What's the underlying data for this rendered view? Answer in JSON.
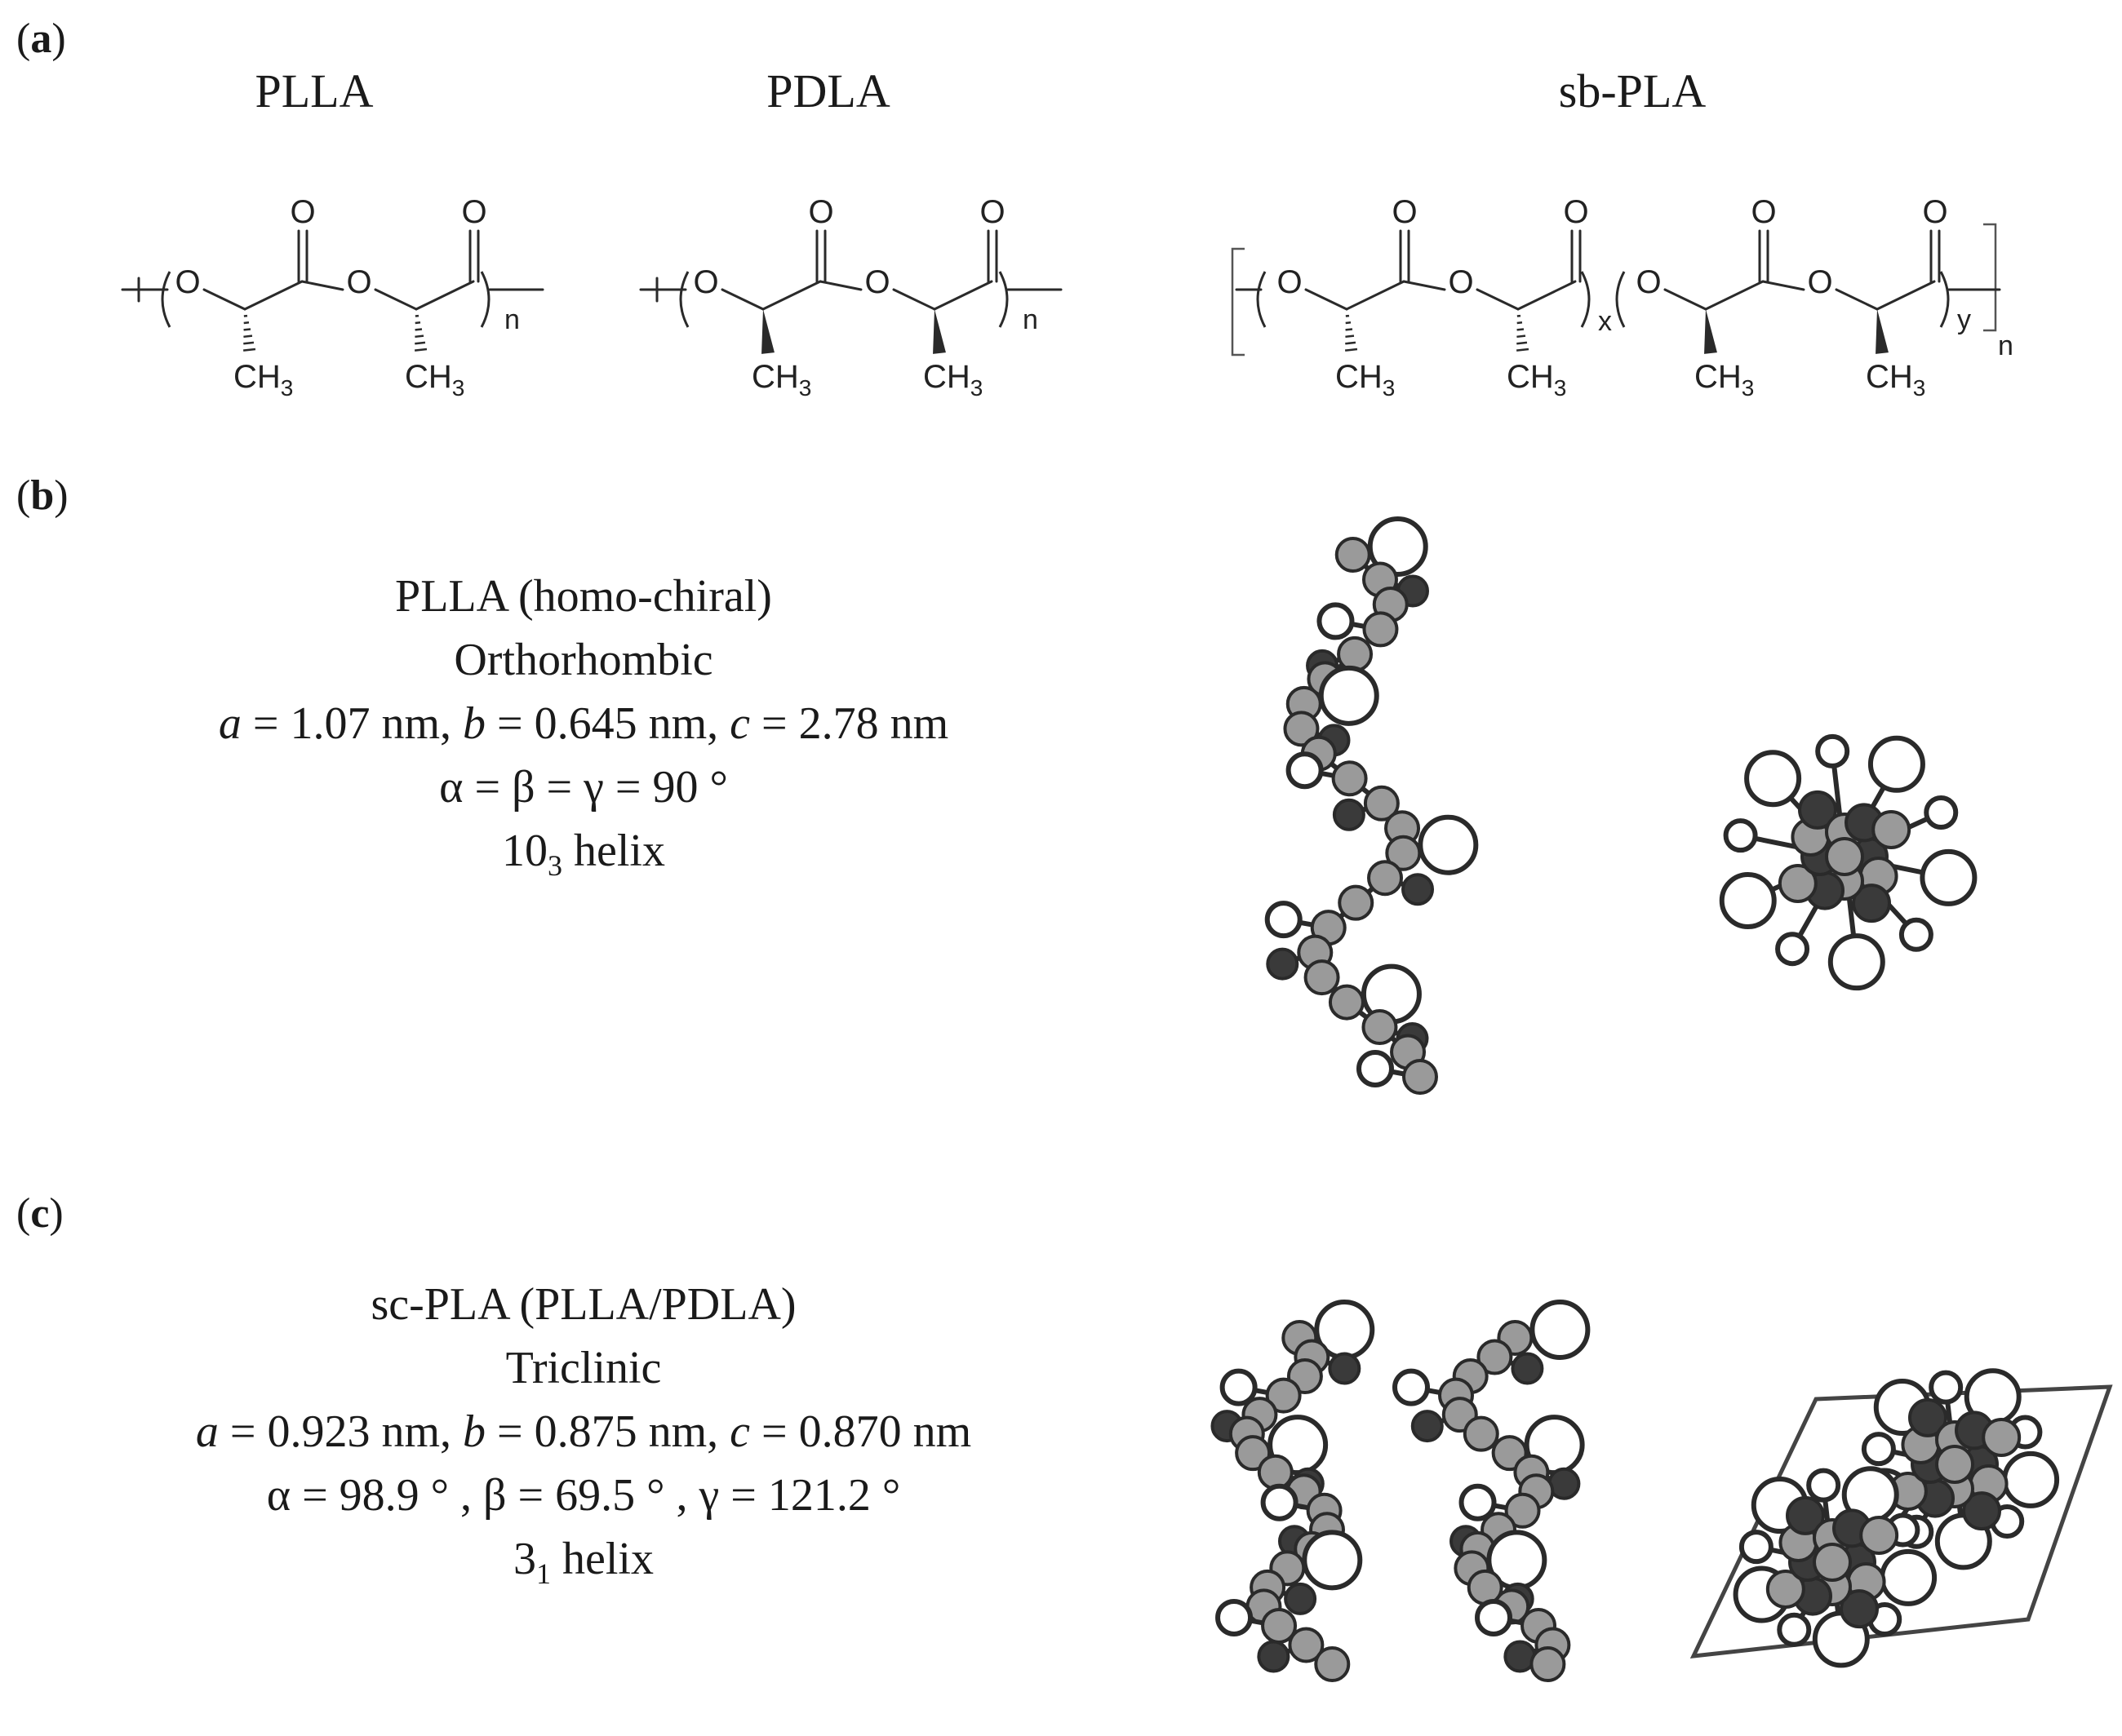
{
  "panels": {
    "a": {
      "label": "a"
    },
    "b": {
      "label": "b"
    },
    "c": {
      "label": "c"
    }
  },
  "structures": {
    "plla_name": "PLLA",
    "pdla_name": "PDLA",
    "sbpla_name": "sb-PLA",
    "atom_o": "O",
    "ch3": "CH",
    "ch3_sub": "3",
    "sub_n": "n",
    "sub_x": "x",
    "sub_y": "y"
  },
  "panel_b": {
    "line1": "PLLA (homo-chiral)",
    "line2": "Orthorhombic",
    "a_sym": "a",
    "a_val": " = 1.07 nm, ",
    "b_sym": "b",
    "b_val": " = 0.645 nm, ",
    "c_sym": "c",
    "c_val": " = 2.78 nm",
    "angles": "α = β = γ = 90 °",
    "helix_main": "10",
    "helix_sub": "3",
    "helix_rest": " helix"
  },
  "panel_c": {
    "line1": "sc-PLA (PLLA/PDLA)",
    "line2": "Triclinic",
    "a_sym": "a",
    "a_val": " = 0.923 nm, ",
    "b_sym": "b",
    "b_val": " = 0.875 nm, ",
    "c_sym": "c",
    "c_val": " = 0.870 nm",
    "angles": "α = 98.9 °   ,  β = 69.5 °   , γ = 121.2 °",
    "helix_main": "3",
    "helix_sub": "1",
    "helix_rest": " helix"
  },
  "colors": {
    "oxygen_fill": "#ffffff",
    "carbon_fill": "#9a9a9a",
    "dark_fill": "#3a3a3a",
    "stroke": "#2a2a2a"
  }
}
